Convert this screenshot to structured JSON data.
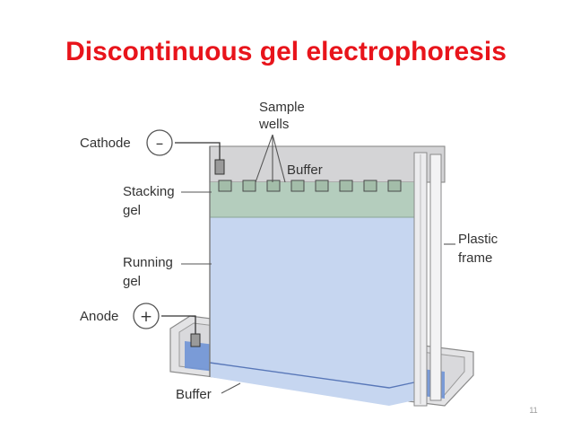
{
  "slide": {
    "title": "Discontinuous gel electrophoresis",
    "number": "11"
  },
  "labels": {
    "sample_wells_line1": "Sample",
    "sample_wells_line2": "wells",
    "cathode": "Cathode",
    "cathode_symbol": "–",
    "buffer_top": "Buffer",
    "stacking_gel_line1": "Stacking",
    "stacking_gel_line2": "gel",
    "running_gel_line1": "Running",
    "running_gel_line2": "gel",
    "plastic_frame_line1": "Plastic",
    "plastic_frame_line2": "frame",
    "anode": "Anode",
    "anode_symbol": "+",
    "buffer_bottom": "Buffer"
  },
  "colors": {
    "title": "#e8141b",
    "upper_buffer": "#d4d4d6",
    "stacking_gel": "#b4cdbd",
    "running_gel": "#c6d6f0",
    "lower_buffer": "#6f93d6",
    "tray": "#e3e3e5"
  }
}
